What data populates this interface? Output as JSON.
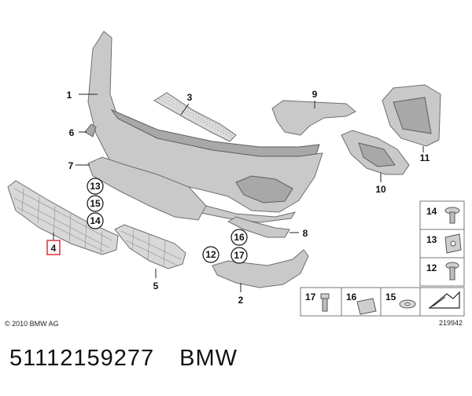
{
  "parts_diagram": {
    "callouts": {
      "c1": "1",
      "c2": "2",
      "c3": "3",
      "c4": "4",
      "c5": "5",
      "c6": "6",
      "c7": "7",
      "c8": "8",
      "c9": "9",
      "c10": "10",
      "c11": "11",
      "c12": "12",
      "c13": "13",
      "c14": "14",
      "c15": "15",
      "c16": "16",
      "c17": "17"
    },
    "highlighted_callout": "4",
    "highlight_color": "#e0303a",
    "legend": {
      "i14": "14",
      "i13": "13",
      "i12": "12",
      "i17": "17",
      "i16": "16",
      "i15": "15"
    },
    "copyright": "© 2010 BMW AG",
    "diagram_number": "219942"
  },
  "caption": {
    "part_number": "51112159277",
    "brand": "BMW"
  }
}
